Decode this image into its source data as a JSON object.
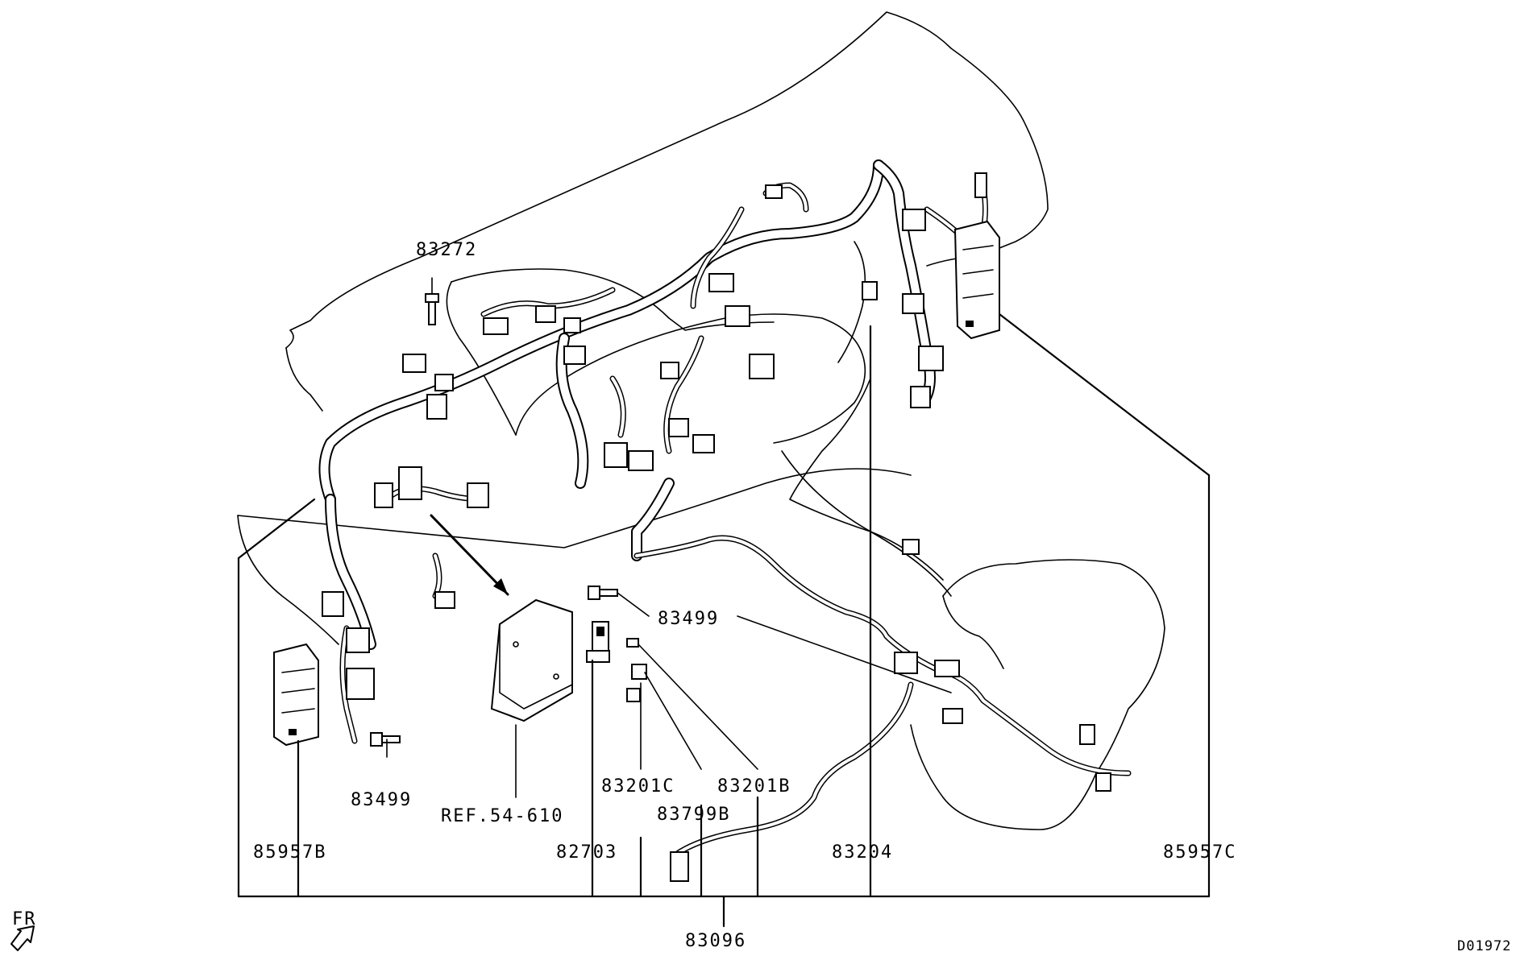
{
  "diagram_id": "D01972",
  "orientation_label": "FR",
  "callouts": {
    "p83272": "83272",
    "p83499_top": "83499",
    "p83499_bottom": "83499",
    "ref": "REF.54-610",
    "p83201C": "83201C",
    "p83201B": "83201B",
    "p83799B": "83799B",
    "p85957B": "85957B",
    "p82703": "82703",
    "p83204": "83204",
    "p85957C": "85957C",
    "p83096": "83096"
  }
}
